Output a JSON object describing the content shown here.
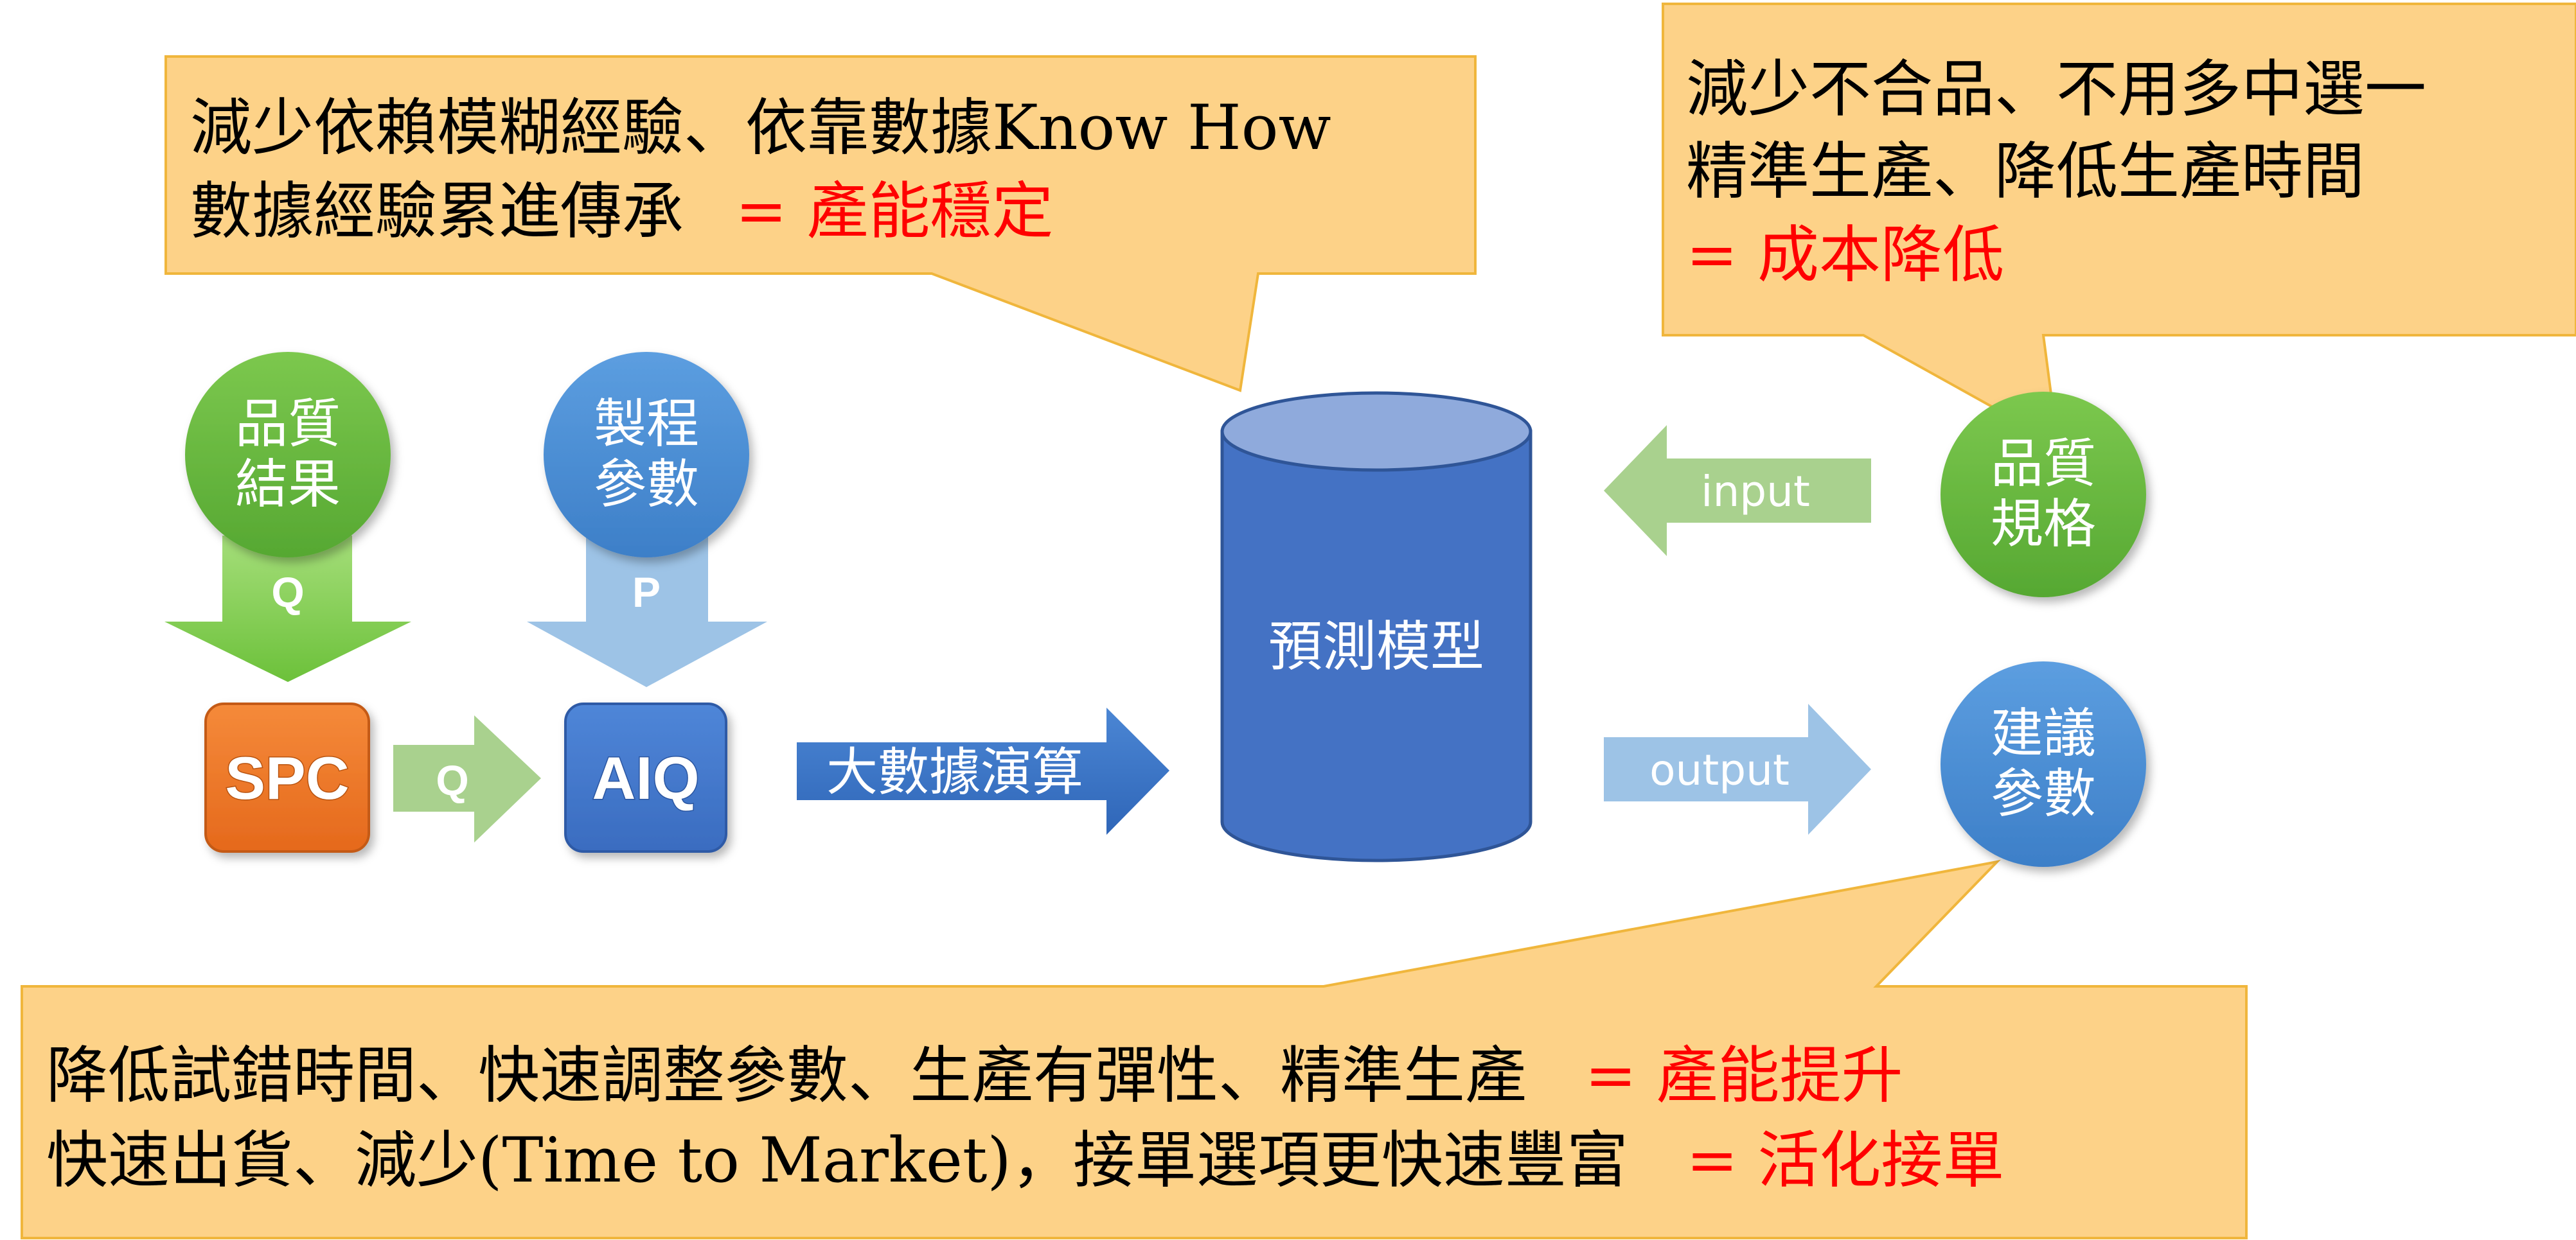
{
  "colors": {
    "callout_fill": "#fdd288",
    "callout_border": "#f0b63c",
    "green": "#6fbe44",
    "blue": "#4f8fd6",
    "cylinder": "#4472c4",
    "cylinder_top": "#8faadc",
    "orange": "#f07a2a",
    "light_green": "#a9d18e",
    "light_blue": "#9dc3e6",
    "accent_red": "#ff0000"
  },
  "callouts": {
    "top_left": {
      "line1": "減少依賴模糊經驗、依靠數據Know How",
      "line2_text": "數據經驗累進傳承",
      "line2_accent": "= 產能穩定"
    },
    "top_right": {
      "line1": "減少不合品、不用多中選一",
      "line2": "精準生產、降低生產時間",
      "line3_accent": "= 成本降低"
    },
    "bottom": {
      "line1_text": "降低試錯時間、快速調整參數、生產有彈性、精準生產",
      "line1_accent": "= 產能提升",
      "line2_text": "快速出貨、減少(Time to Market)，接單選項更快速豐富",
      "line2_accent": "= 活化接單"
    }
  },
  "nodes": {
    "quality_result": {
      "line1": "品質",
      "line2": "結果",
      "icon": "green-circle"
    },
    "process_params": {
      "line1": "製程",
      "line2": "參數",
      "icon": "blue-circle"
    },
    "quality_spec": {
      "line1": "品質",
      "line2": "規格",
      "icon": "green-circle"
    },
    "suggested_params": {
      "line1": "建議",
      "line2": "參數",
      "icon": "blue-circle"
    },
    "spc": "SPC",
    "aiq": "AIQ",
    "model": "預測模型"
  },
  "arrows": {
    "q_down": "Q",
    "p_down": "P",
    "q_right": "Q",
    "big_data": "大數據演算",
    "input": "input",
    "output": "output"
  }
}
